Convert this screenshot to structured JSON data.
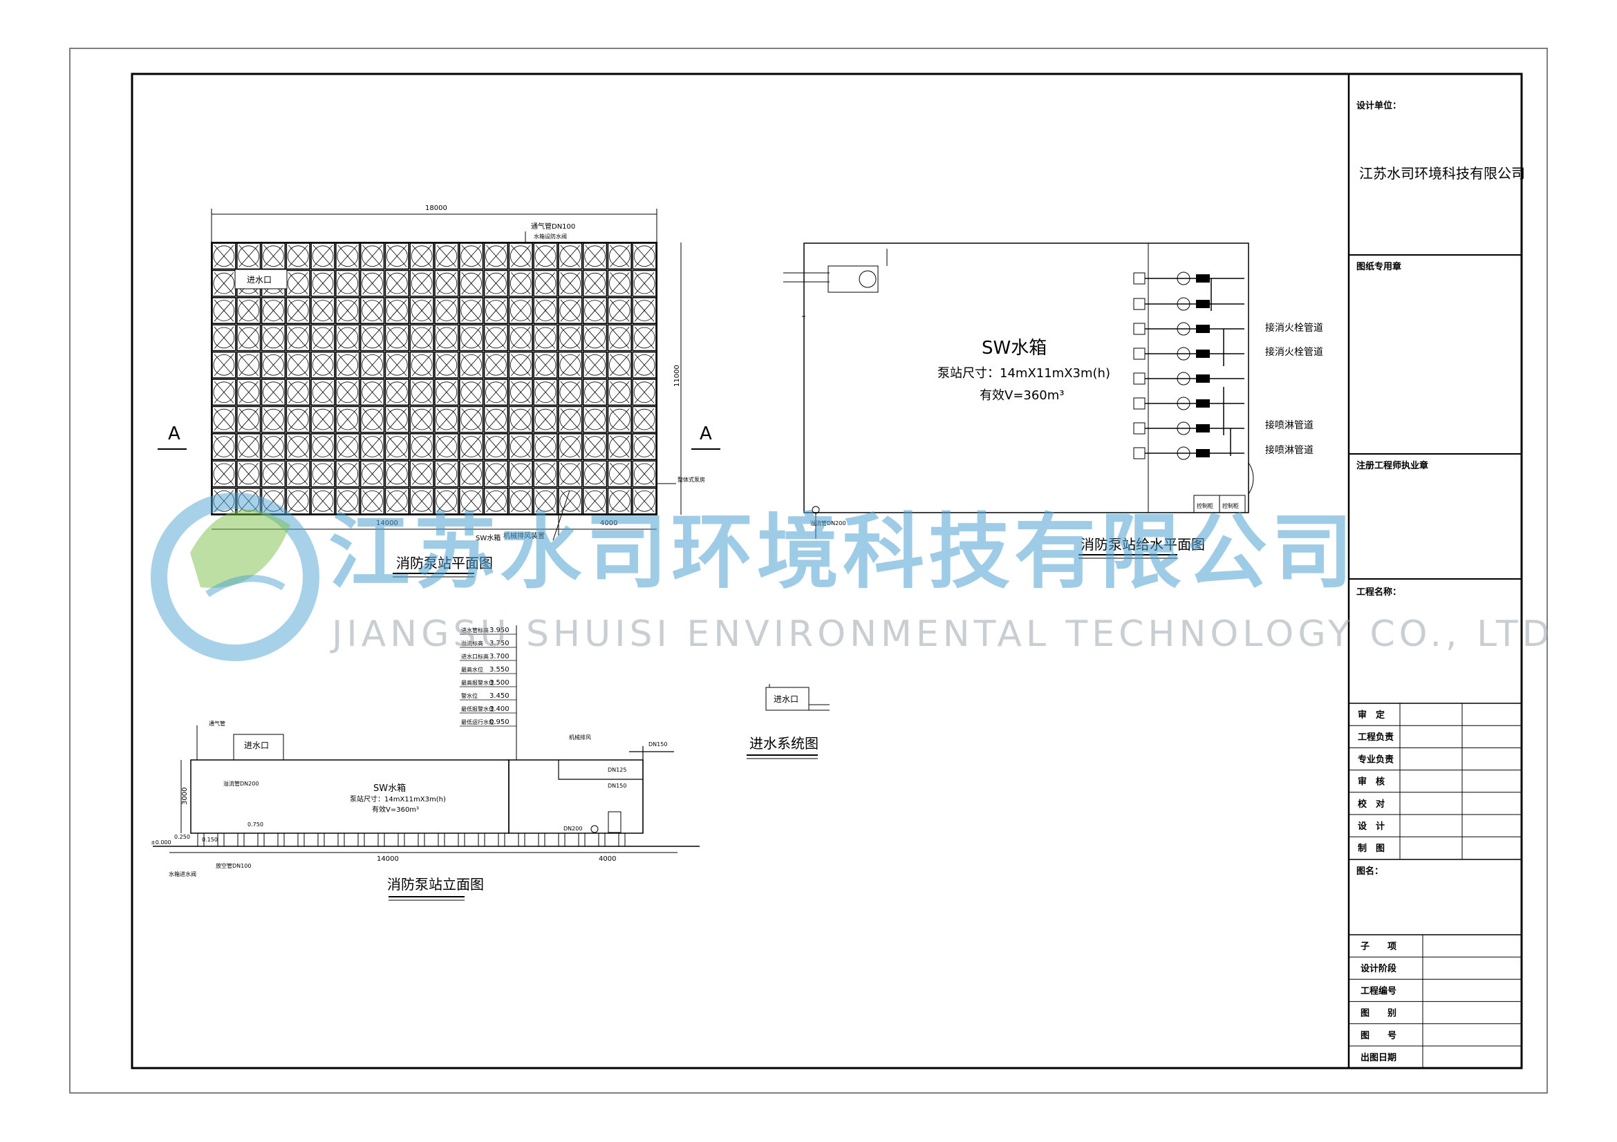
{
  "title_block": {
    "design_unit_label": "设计单位：",
    "company": "江苏水司环境科技有限公司",
    "drawing_seal_label": "图纸专用章",
    "engineer_seal_label": "注册工程师执业章",
    "project_name_label": "工程名称：",
    "roles": [
      "审　定",
      "工程负责",
      "专业负责",
      "审　核",
      "校　对",
      "设　计",
      "制　图"
    ],
    "drawing_name_label": "图名：",
    "info_rows": [
      "子　　项",
      "设计阶段",
      "工程编号",
      "图　　别",
      "图　　号",
      "出图日期"
    ]
  },
  "plan_view": {
    "dim_total": "18000",
    "dim_height": "11000",
    "dim_left": "14000",
    "dim_right": "4000",
    "section_left": "A",
    "section_right": "A",
    "inlet_label": "进水口",
    "vent_label": "通气管DN100",
    "valve_label": "水箱设防水阀",
    "pump_room_label": "整体式泵房",
    "tank_label": "SW水箱",
    "fan_label": "机械排风装置",
    "title": "消防泵站平面图",
    "rows": 10,
    "cols": 18
  },
  "supply_plan": {
    "tank_name": "SW水箱",
    "size_text": "泵站尺寸：14mX11mX3m(h)",
    "volume_text": "有效V=360m³",
    "to_hydrant_1": "接消火栓管道",
    "to_hydrant_2": "接消火栓管道",
    "to_sprinkler_1": "接喷淋管道",
    "to_sprinkler_2": "接喷淋管道",
    "control_1": "控制柜",
    "control_2": "控制柜",
    "drain_label": "溢流管DN200",
    "title": "消防泵站给水平面图"
  },
  "elevation": {
    "levels": [
      {
        "label": "进水管标高",
        "value": "3.950"
      },
      {
        "label": "溢流标高",
        "value": "3.750"
      },
      {
        "label": "进水口标高",
        "value": "3.700"
      },
      {
        "label": "最高水位",
        "value": "3.550"
      },
      {
        "label": "最高报警水位",
        "value": "3.500"
      },
      {
        "label": "警水位",
        "value": "3.450"
      },
      {
        "label": "最低报警水位",
        "value": "3.400"
      },
      {
        "label": "最低运行水位",
        "value": "0.950"
      }
    ],
    "tank_name": "SW水箱",
    "size_text": "泵站尺寸：14mX11mX3m(h)",
    "volume_text": "有效V=360m³",
    "inlet_label": "进水口",
    "vent_label": "通气管",
    "height_dim": "3000",
    "dim_left": "14000",
    "dim_right": "4000",
    "zero_level": "±0.000",
    "level_0250": "0.250",
    "level_0150": "0.150",
    "level_0750": "0.750",
    "dn150": "DN150",
    "dn125": "DN125",
    "dn150b": "DN150",
    "dn200": "DN200",
    "fan": "机械排风",
    "overflow": "溢流管DN200",
    "drain": "放空管DN100",
    "inlet_valve": "水箱进水阀",
    "title": "消防泵站立面图"
  },
  "inlet_system": {
    "inlet_label": "进水口",
    "title": "进水系统图"
  },
  "watermark": {
    "cn": "江苏水司环境科技有限公司",
    "en": "JIANGSU SHUISI ENVIRONMENTAL TECHNOLOGY CO., LTD"
  },
  "colors": {
    "line": "#000000",
    "watermark_blue": "#4ea3d1",
    "watermark_green": "#7cc04a"
  }
}
